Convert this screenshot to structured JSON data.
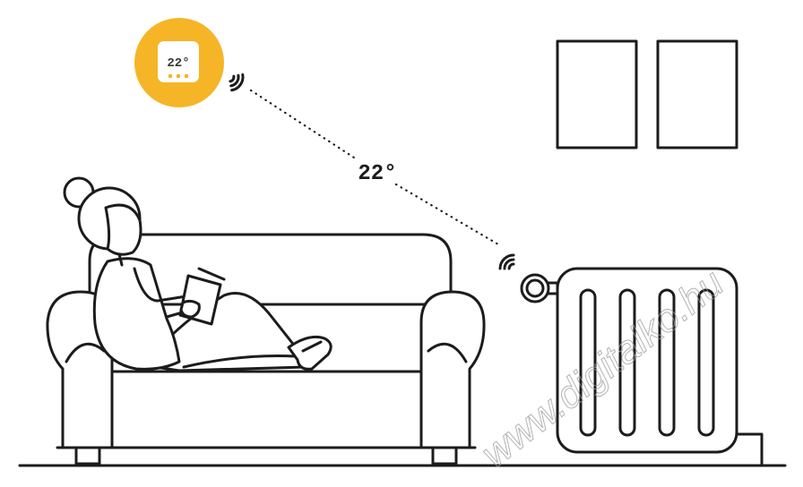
{
  "thermostat": {
    "display": "22°"
  },
  "signal": {
    "label": "22°"
  },
  "watermark": {
    "text": "www.digitalko.hu"
  },
  "colors": {
    "accent": "#F6B526",
    "line": "#1c1c1c",
    "background": "#ffffff",
    "watermark": "#9a9a9a"
  },
  "icons": [
    "thermostat-icon",
    "wifi-signal-icon",
    "radiator-valve-icon"
  ]
}
